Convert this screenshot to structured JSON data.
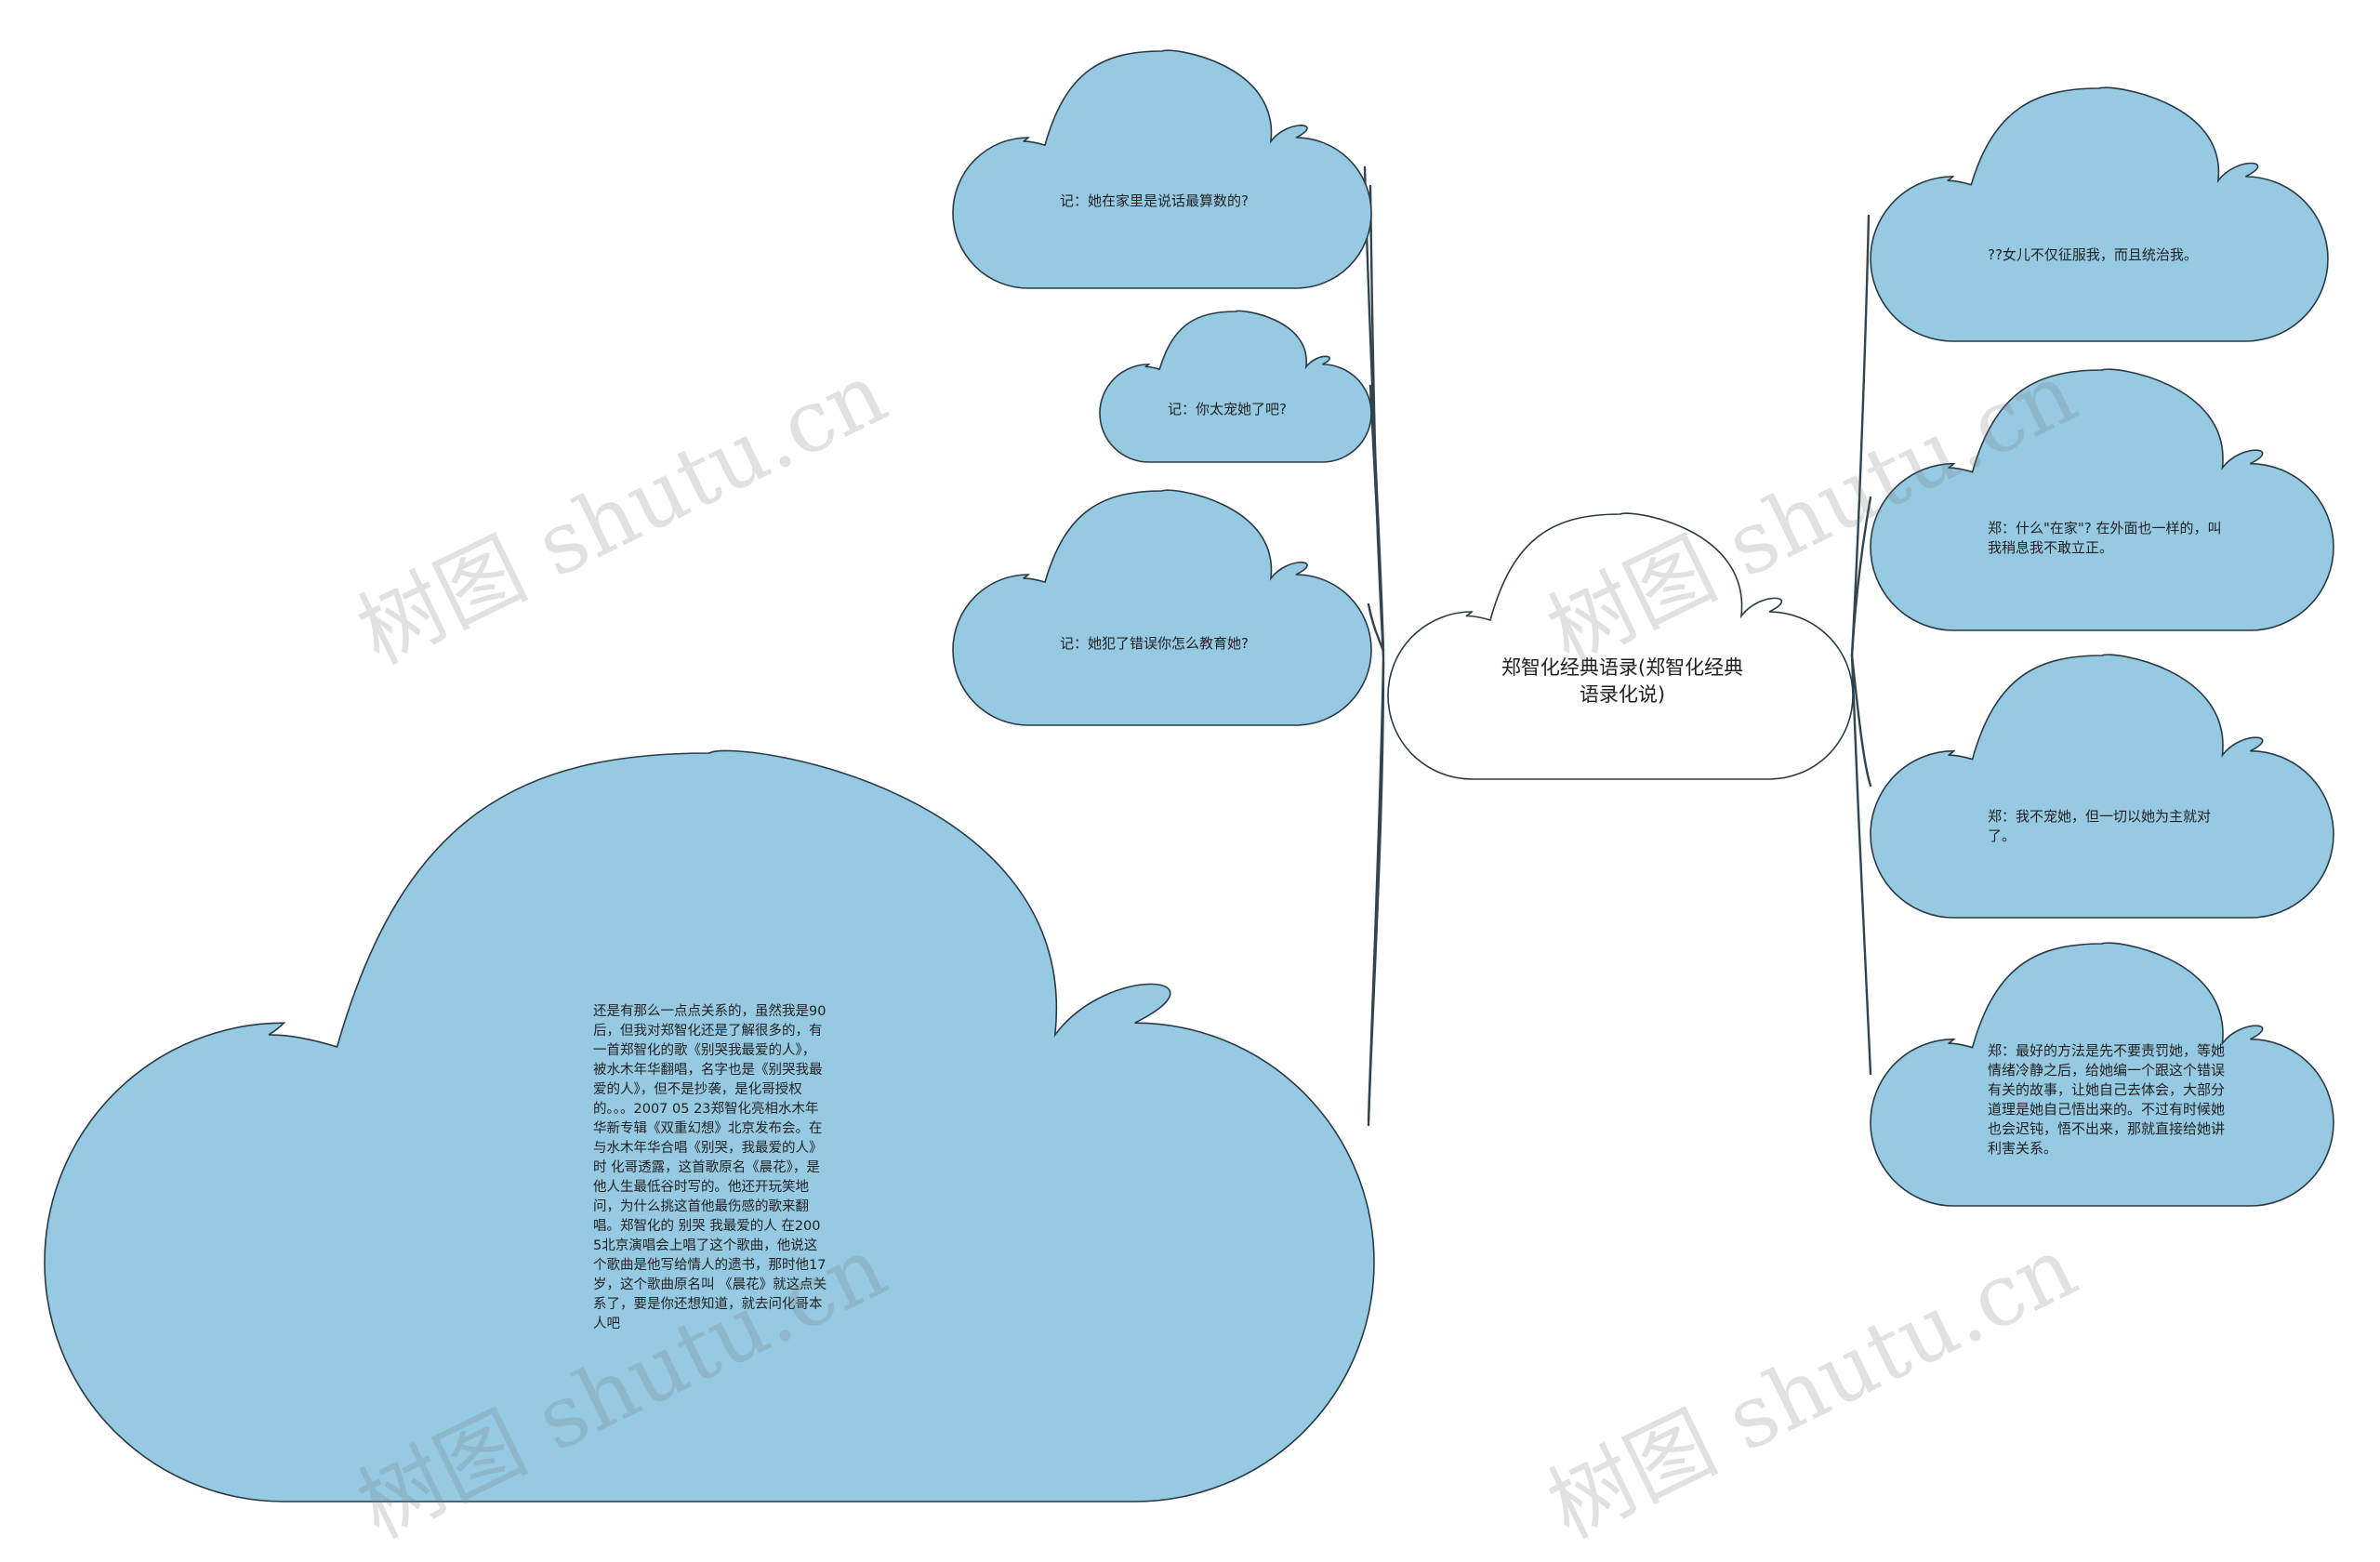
{
  "center": {
    "title": "郑智化经典语录(郑智化经典语录化说)"
  },
  "left_nodes": [
    {
      "text": "记：她在家里是说话最算数的?"
    },
    {
      "text": "记：你太宠她了吧?"
    },
    {
      "text": "记：她犯了错误你怎么教育她?"
    }
  ],
  "big_node": {
    "text": "还是有那么一点点关系的，虽然我是90后，但我对郑智化还是了解很多的，有一首郑智化的歌《别哭我最爱的人》，被水木年华翻唱，名字也是《别哭我最爱的人》，但不是抄袭，是化哥授权的。。。2007 05 23郑智化亮相水木年华新专辑《双重幻想》北京发布会。在与水木年华合唱《别哭，我最爱的人》时 化哥透露，这首歌原名《晨花》，是他人生最低谷时写的。他还开玩笑地问，为什么挑这首他最伤感的歌来翻唱。郑智化的 别哭 我最爱的人 在2005北京演唱会上唱了这个歌曲，他说这个歌曲是他写给情人的遗书，那时他17岁，这个歌曲原名叫 《晨花》就这点关系了，要是你还想知道，就去问化哥本人吧"
  },
  "right_nodes": [
    {
      "text": "??女儿不仅征服我，而且统治我。"
    },
    {
      "text": "郑：什么\"在家\"? 在外面也一样的，叫我稍息我不敢立正。"
    },
    {
      "text": "郑：我不宠她，但一切以她为主就对了。"
    },
    {
      "text": "郑：最好的方法是先不要责罚她，等她情绪冷静之后，给她编一个跟这个错误有关的故事，让她自己去体会，大部分道理是她自己悟出来的。不过有时候她也会迟钝，悟不出来，那就直接给她讲利害关系。"
    }
  ],
  "watermark": {
    "text": "树图 shutu.cn"
  },
  "colors": {
    "node_fill": "#96c9e2",
    "center_fill": "#ffffff",
    "outline": "#2a3a45",
    "connector": "#34444f"
  }
}
